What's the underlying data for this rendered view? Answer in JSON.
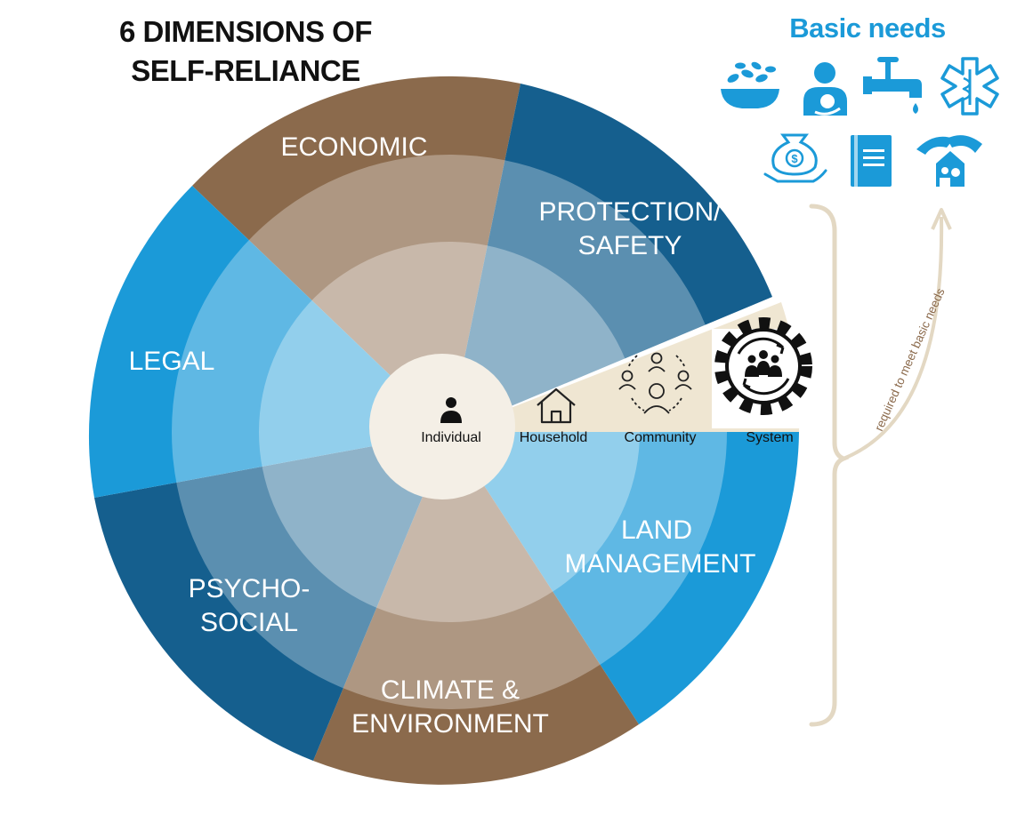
{
  "title": {
    "line1": "6 DIMENSIONS OF",
    "line2": "SELF-RELIANCE"
  },
  "dimensions": [
    {
      "id": "economic",
      "lines": [
        "ECONOMIC"
      ],
      "color": "#8b6a4c"
    },
    {
      "id": "protection",
      "lines": [
        "PROTECTION/",
        "SAFETY"
      ],
      "color": "#155f8e"
    },
    {
      "id": "land",
      "lines": [
        "LAND",
        "MANAGEMENT"
      ],
      "color": "#1b9ad8"
    },
    {
      "id": "climate",
      "lines": [
        "CLIMATE &",
        "ENVIRONMENT"
      ],
      "color": "#8b6a4c"
    },
    {
      "id": "psychosocial",
      "lines": [
        "PSYCHO-",
        "SOCIAL"
      ],
      "color": "#155f8e"
    },
    {
      "id": "legal",
      "lines": [
        "LEGAL"
      ],
      "color": "#1b9ad8"
    }
  ],
  "levels": {
    "individual": "Individual",
    "household": "Household",
    "community": "Community",
    "system": "System"
  },
  "basic_needs": {
    "title": "Basic needs",
    "arrow_label": "required to meet basic needs",
    "icons": [
      "food-bowl-icon",
      "mother-child-icon",
      "water-tap-icon",
      "medical-star-icon",
      "money-hand-icon",
      "book-icon",
      "shelter-hands-icon"
    ]
  },
  "colors": {
    "brown": "#8b6a4c",
    "dark_blue": "#155f8e",
    "light_blue": "#1b9ad8",
    "beige": "#efe6d2",
    "bracket": "#e3d8c3"
  }
}
